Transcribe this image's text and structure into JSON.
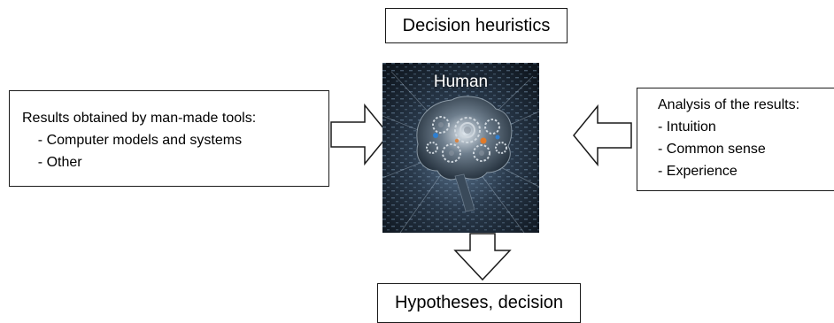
{
  "diagram": {
    "title": "Decision heuristics",
    "center": {
      "label": "Human"
    },
    "left_box": {
      "heading": "Results obtained by man-made tools:",
      "items": [
        "Computer models and systems",
        "Other"
      ]
    },
    "right_box": {
      "heading": "Analysis of the results:",
      "items": [
        "Intuition",
        "Common sense",
        "Experience"
      ]
    },
    "output": "Hypotheses, decision"
  },
  "colors": {
    "panel_background": "#1c2633",
    "glow": "#cfe3f5",
    "gear": "#8a94a0",
    "accent_orange": "#e07a2a",
    "accent_blue": "#2f7fd0"
  },
  "icons": {
    "center_image": "brain-with-gears-image",
    "left_arrow": "arrow-right-icon",
    "right_arrow": "arrow-left-icon",
    "down_arrow": "arrow-down-icon"
  }
}
